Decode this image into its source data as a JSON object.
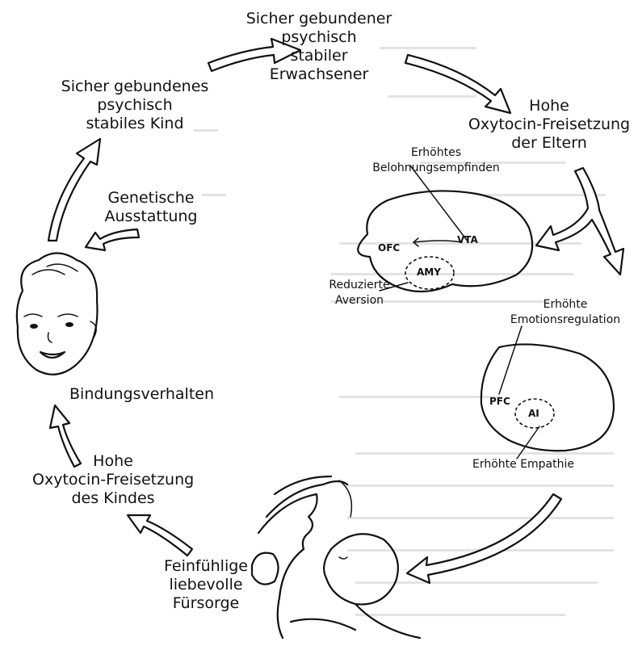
{
  "nodes": {
    "adult": [
      "Sicher gebundener",
      "psychisch",
      "stabiler",
      "Erwachsener"
    ],
    "parents_oxytocin": [
      "Hohe",
      "Oxytocin-Freisetzung",
      "der Eltern"
    ],
    "child_stable": [
      "Sicher gebundenes",
      "psychisch",
      "stabiles Kind"
    ],
    "genetics": [
      "Genetische",
      "Ausstattung"
    ],
    "attachment": "Bindungsverhalten",
    "child_oxytocin": [
      "Hohe",
      "Oxytocin-Freisetzung",
      "des Kindes"
    ],
    "care": [
      "Feinfühlige",
      "liebevolle",
      "Fürsorge"
    ]
  },
  "brain_top": {
    "reward": [
      "Erhöhtes",
      "Belohnungsempfinden"
    ],
    "aversion": [
      "Reduzierte",
      "Aversion"
    ],
    "ofc": "OFC",
    "vta": "VTA",
    "amy": "AMY"
  },
  "brain_bottom": {
    "emotion_regulation": [
      "Erhöhte",
      "Emotionsregulation"
    ],
    "empathy": "Erhöhte Empathie",
    "pfc": "PFC",
    "ai": "AI"
  }
}
